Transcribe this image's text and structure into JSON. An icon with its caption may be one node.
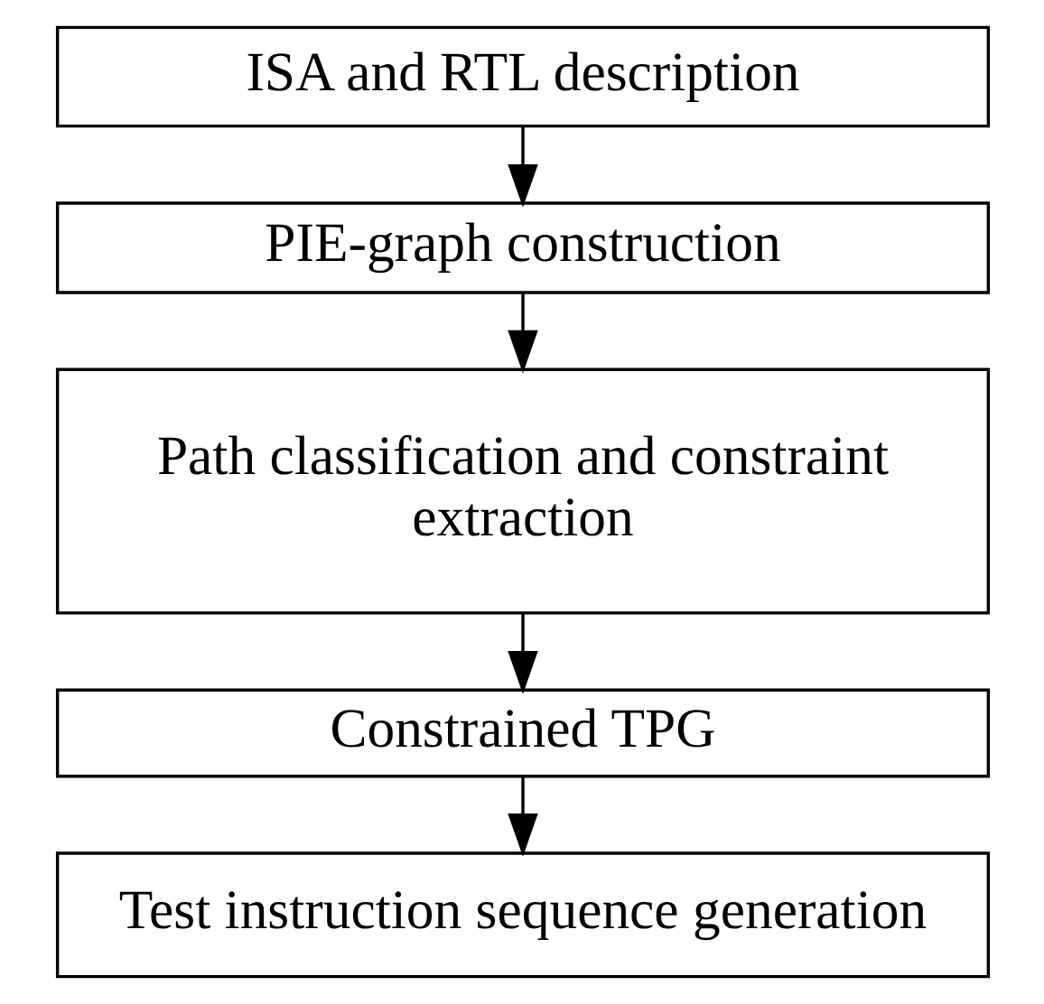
{
  "diagram": {
    "nodes": [
      {
        "text": [
          "ISA and RTL description"
        ]
      },
      {
        "text": [
          "PIE-graph construction"
        ]
      },
      {
        "text": [
          "Path classification and constraint extraction"
        ]
      },
      {
        "text": [
          "Constrained TPG"
        ]
      },
      {
        "text": [
          "Test instruction sequence generation"
        ]
      }
    ],
    "edges": [
      {
        "from": 0,
        "to": 1,
        "arrow": "to"
      },
      {
        "from": 1,
        "to": 2,
        "arrow": "to"
      },
      {
        "from": 2,
        "to": 3,
        "arrow": "to"
      },
      {
        "from": 3,
        "to": 4,
        "arrow": "to"
      }
    ]
  }
}
